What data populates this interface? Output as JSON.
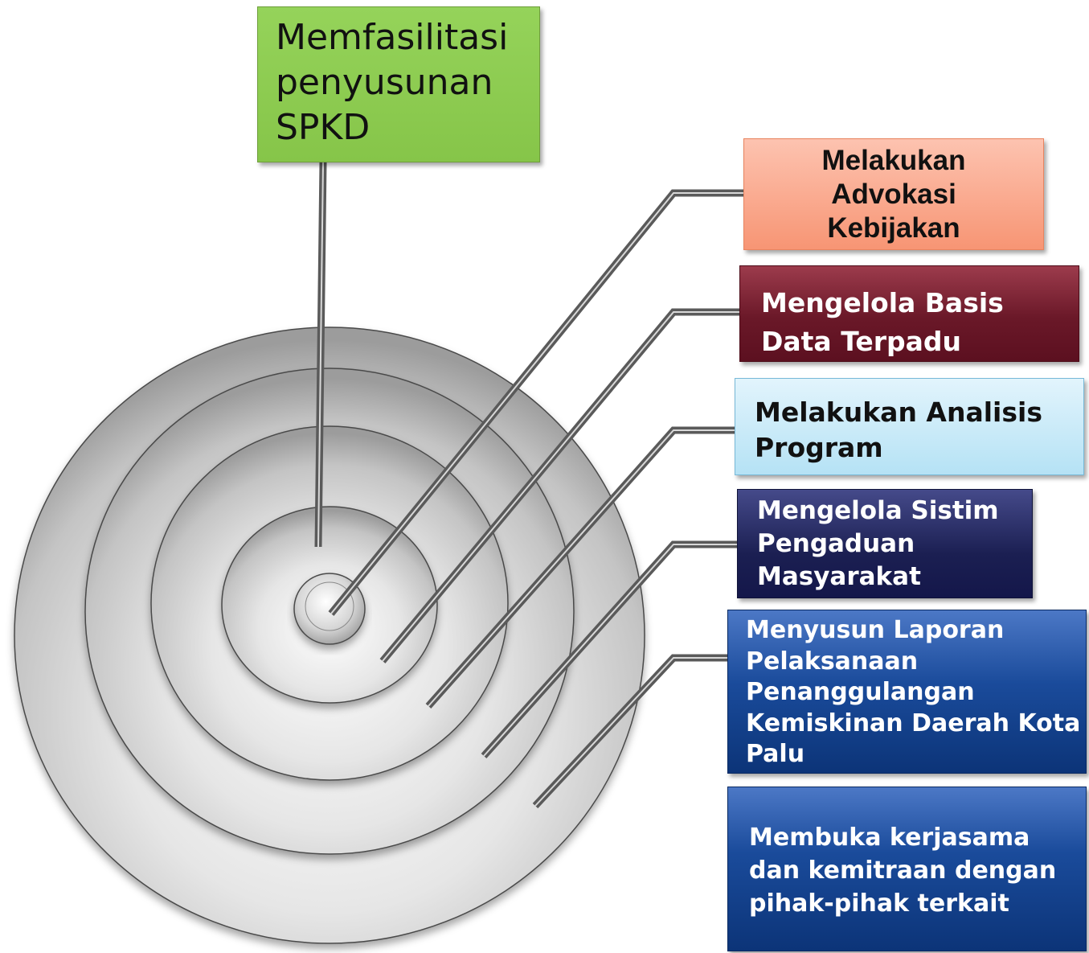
{
  "diagram": {
    "boxes": [
      {
        "id": "spkd",
        "lines": [
          "Memfasilitasi",
          "penyusunan",
          "SPKD"
        ],
        "color": "#8cc84f"
      },
      {
        "id": "advokasi",
        "lines": [
          "Melakukan",
          "Advokasi",
          "Kebijakan"
        ],
        "color": "#f9a98b"
      },
      {
        "id": "basis",
        "lines": [
          "Mengelola Basis",
          "Data Terpadu"
        ],
        "color": "#6a1828"
      },
      {
        "id": "analisis",
        "lines": [
          "Melakukan Analisis",
          "Program"
        ],
        "color": "#c8eaf8"
      },
      {
        "id": "pengaduan",
        "lines": [
          "Mengelola Sistim",
          "Pengaduan",
          "Masyarakat"
        ],
        "color": "#1b1f52"
      },
      {
        "id": "laporan",
        "lines": [
          "Menyusun Laporan",
          "Pelaksanaan",
          "Penanggulangan",
          "Kemiskinan Daerah Kota",
          "Palu"
        ],
        "color": "#1a4b9b"
      },
      {
        "id": "kerjasama",
        "lines": [
          "Membuka kerjasama",
          "dan kemitraan dengan",
          "pihak-pihak terkait"
        ],
        "color": "#1a4b9b"
      }
    ],
    "target_ring_color": "#d4d4d4",
    "connector_color": "#555555"
  }
}
